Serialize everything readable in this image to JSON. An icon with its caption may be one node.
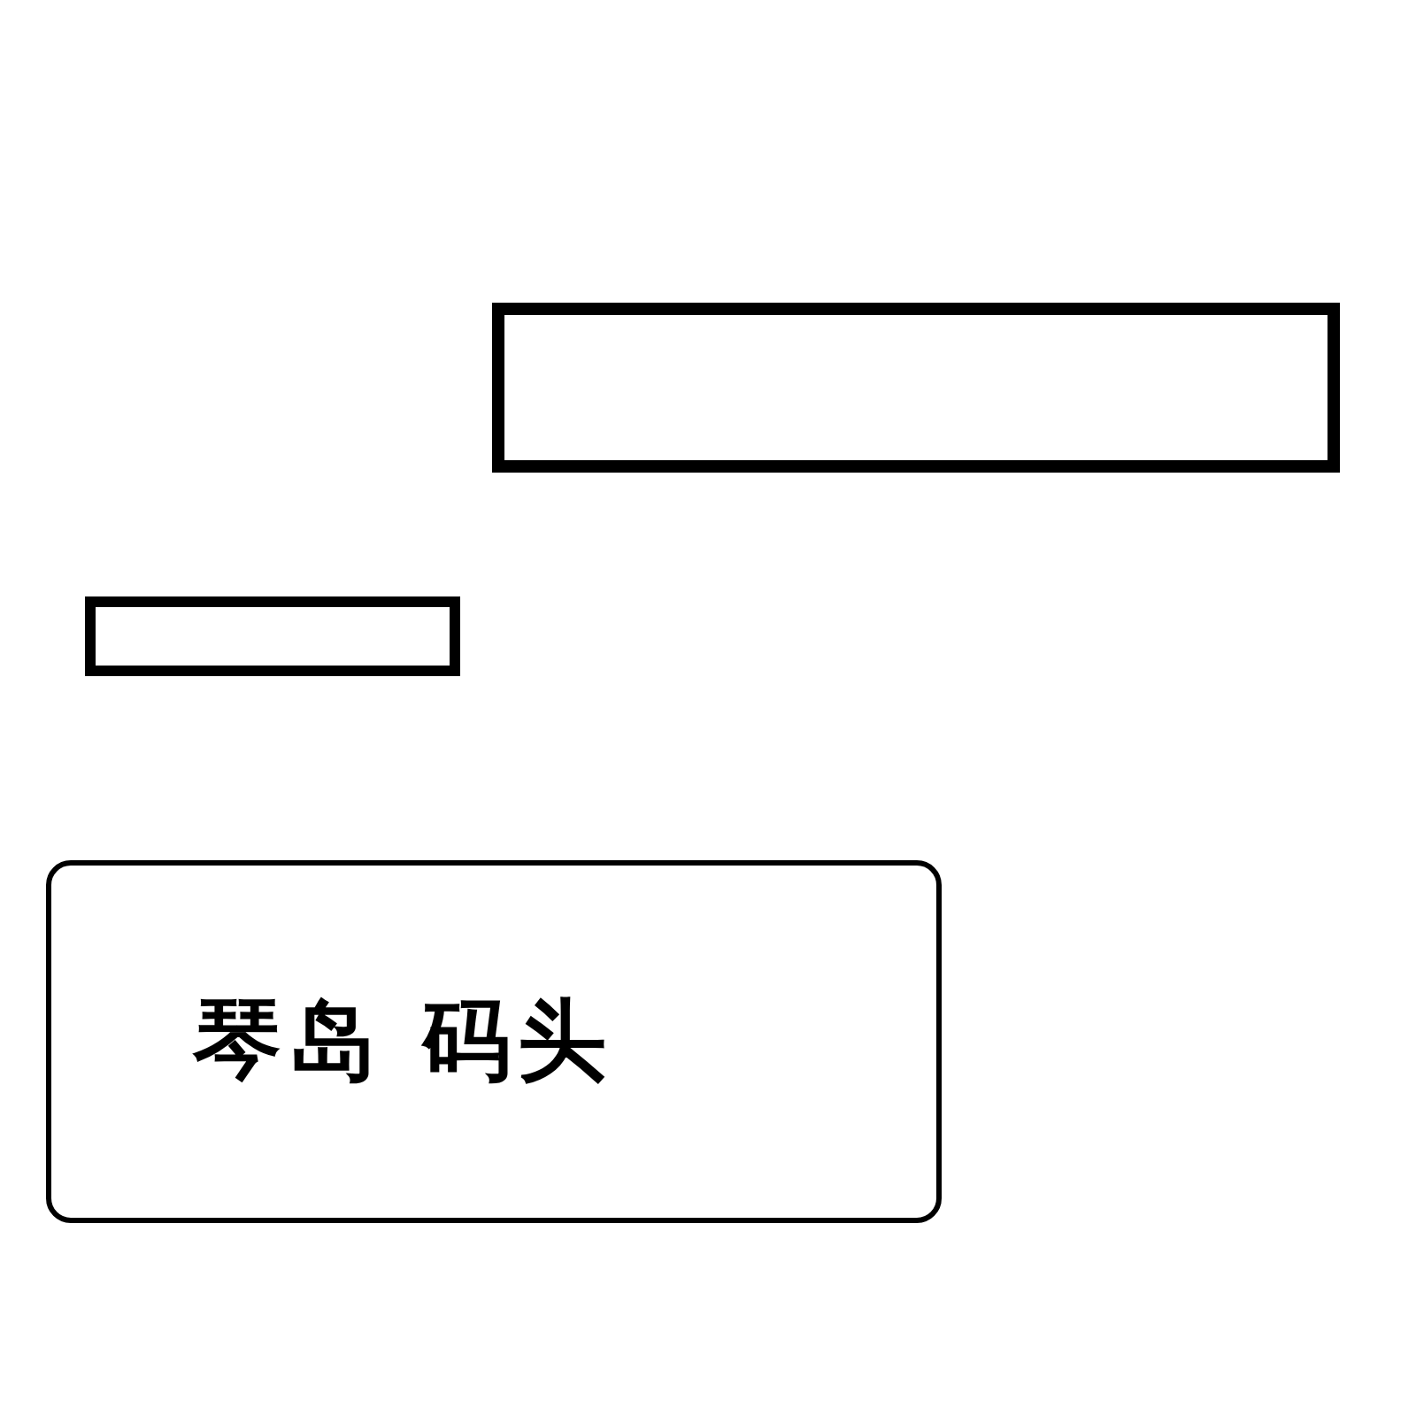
{
  "diagram": {
    "nodes": [
      {
        "text": [],
        "shape": "box"
      },
      {
        "text": [],
        "shape": "box"
      },
      {
        "text": [
          "琴岛 码头"
        ]
      }
    ]
  }
}
